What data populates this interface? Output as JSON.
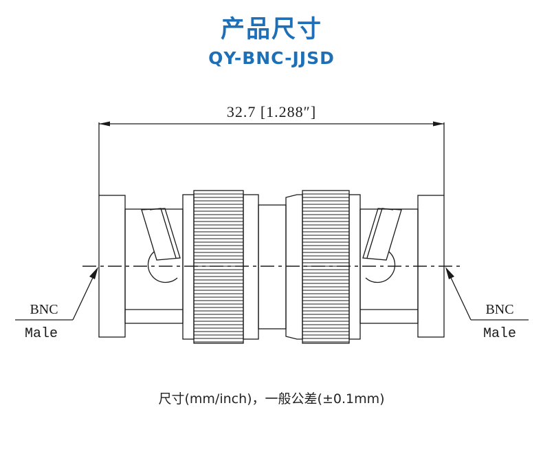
{
  "header": {
    "title": "产品尺寸",
    "model": "QY-BNC-JJSD"
  },
  "drawing": {
    "overall_length": "32.7 [1.288″]",
    "left_end": {
      "line1": "BNC",
      "line2": "Male"
    },
    "right_end": {
      "line1": "BNC",
      "line2": "Male"
    }
  },
  "footer": {
    "note": "尺寸(mm/inch)，一般公差(±0.1mm)"
  },
  "colors": {
    "accent": "#1f6fb6",
    "line": "#1a1a1a"
  }
}
